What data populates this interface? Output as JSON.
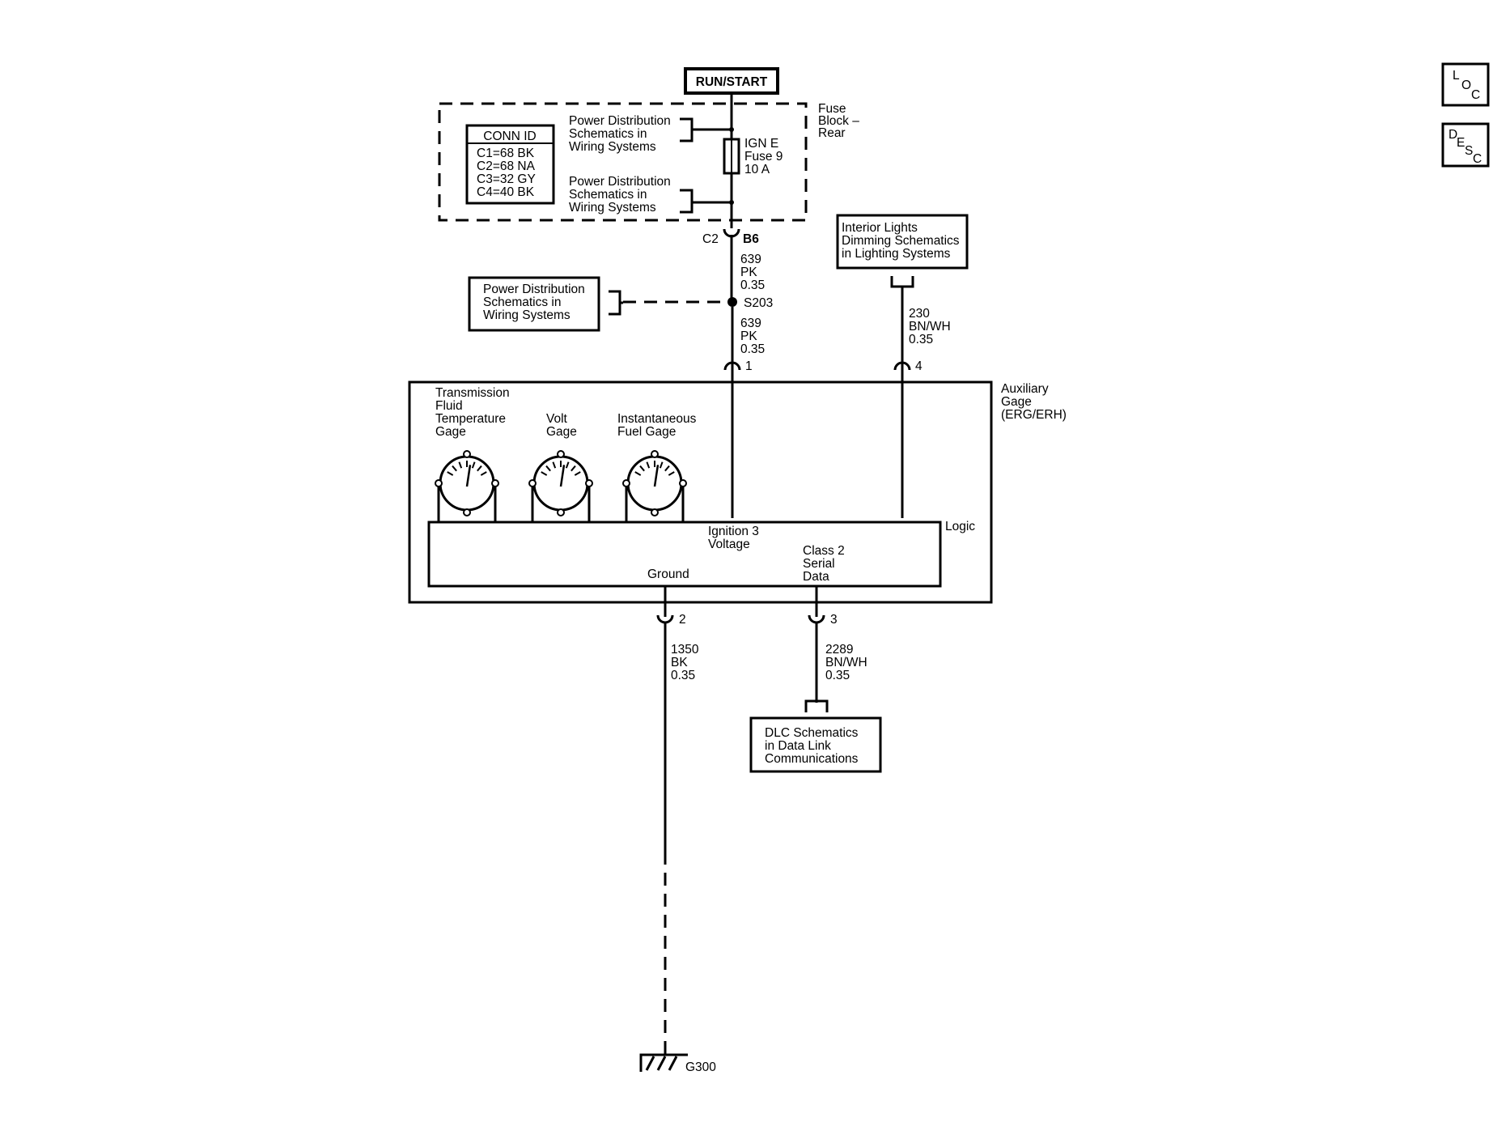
{
  "run_start": "RUN/START",
  "fuse_block": {
    "lines": [
      "Fuse",
      "Block –",
      "Rear"
    ]
  },
  "conn_id": {
    "title": "CONN ID",
    "rows": [
      "C1=68 BK",
      "C2=68 NA",
      "C3=32 GY",
      "C4=40 BK"
    ]
  },
  "power_dist_ref": [
    "Power Distribution",
    "Schematics in",
    "Wiring Systems"
  ],
  "fuse": {
    "lines": [
      "IGN E",
      "Fuse 9",
      "10 A"
    ]
  },
  "c2_connector": {
    "left": "C2",
    "right": "B6"
  },
  "wire_639_upper": [
    "639",
    "PK",
    "0.35"
  ],
  "splice": "S203",
  "wire_639_lower": [
    "639",
    "PK",
    "0.35"
  ],
  "interior_lights_ref": [
    "Interior Lights",
    "Dimming Schematics",
    "in Lighting Systems"
  ],
  "wire_230": [
    "230",
    "BN/WH",
    "0.35"
  ],
  "pins": {
    "p1": "1",
    "p2": "2",
    "p3": "3",
    "p4": "4"
  },
  "aux_gage": [
    "Auxiliary",
    "Gage",
    "(ERG/ERH)"
  ],
  "gages": {
    "trans": [
      "Transmission",
      "Fluid",
      "Temperature",
      "Gage"
    ],
    "volt": [
      "Volt",
      "Gage"
    ],
    "fuel": [
      "Instantaneous",
      "Fuel Gage"
    ]
  },
  "logic": {
    "label": "Logic",
    "ignition": [
      "Ignition 3",
      "Voltage"
    ],
    "serial": [
      "Class 2",
      "Serial",
      "Data"
    ],
    "ground": "Ground"
  },
  "wire_1350": [
    "1350",
    "BK",
    "0.35"
  ],
  "wire_2289": [
    "2289",
    "BN/WH",
    "0.35"
  ],
  "dlc_ref": [
    "DLC Schematics",
    "in Data Link",
    "Communications"
  ],
  "ground_point": "G300",
  "loc_button": {
    "l": "L",
    "o": "O",
    "c": "C"
  },
  "desc_button": {
    "d": "D",
    "e": "E",
    "s": "S",
    "c": "C"
  }
}
